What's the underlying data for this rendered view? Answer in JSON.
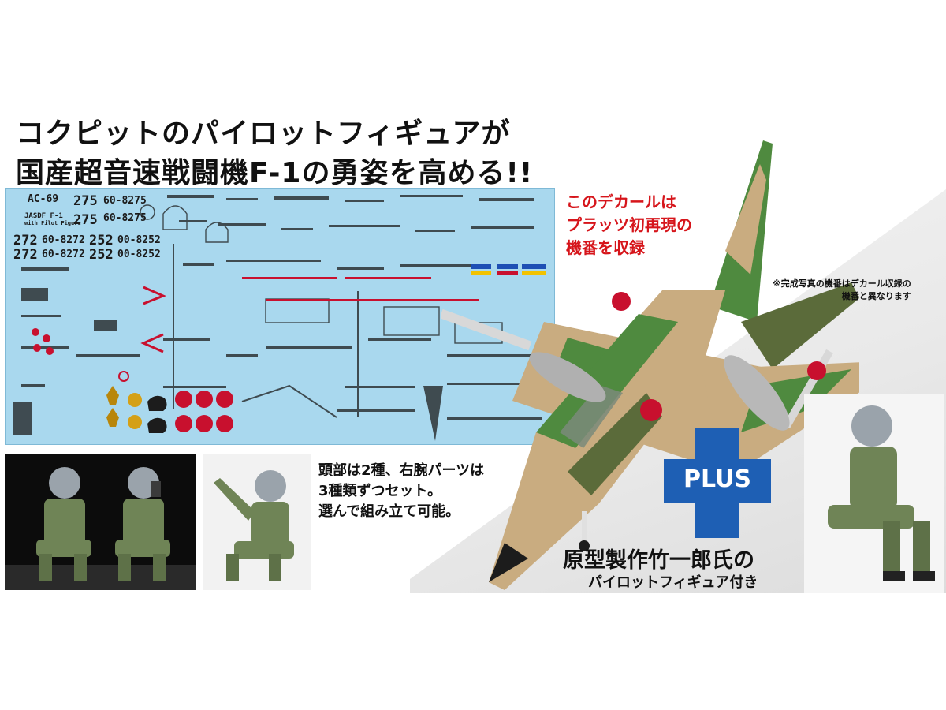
{
  "headline": {
    "line1": "コクピットのパイロットフィギュアが",
    "line2": "国産超音速戦闘機F-1の勇姿を高める!!"
  },
  "decal": {
    "kit_code": "AC-69",
    "title_small": "JASDF F-1",
    "subtitle_small": "with Pilot Figure",
    "numbers_left": [
      "272",
      "272"
    ],
    "serials_left": [
      "60-8272",
      "60-8272"
    ],
    "numbers_top": [
      "275",
      "275"
    ],
    "serials_top": [
      "60-8275",
      "60-8275"
    ],
    "numbers_mid": [
      "252",
      "252"
    ],
    "serials_mid": [
      "00-8252",
      "00-8252"
    ]
  },
  "red_note": {
    "line1": "このデカールは",
    "line2": "プラッツ初再現の",
    "line3": "機番を収録"
  },
  "photo_note": {
    "line1": "※完成写真の機番はデカール収録の",
    "line2": "機番と異なります"
  },
  "figure_note": {
    "line1": "頭部は2種、右腕パーツは",
    "line2": "3種類ずつセット。",
    "line3": "選んで組み立て可能。"
  },
  "plus": {
    "label": "PLUS"
  },
  "credit": {
    "line1": "原型製作竹一郎氏の",
    "line2": "パイロットフィギュア付き"
  },
  "colors": {
    "decal_bg": "#a9d8ee",
    "red_text": "#d6151b",
    "plus_blue": "#1e5fb4",
    "hinomaru": "#c8102e",
    "camo_tan": "#c9ac80",
    "camo_green": "#4f8a3f",
    "camo_dark": "#5b6b3a"
  }
}
